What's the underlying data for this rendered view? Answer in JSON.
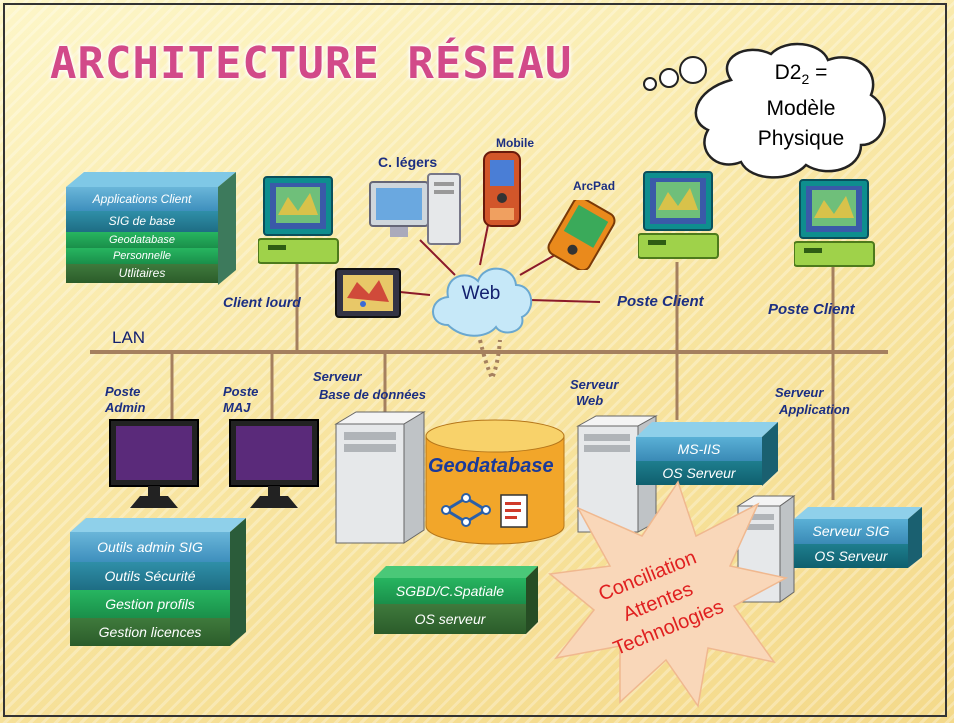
{
  "slide": {
    "title": "ARCHITECTURE RÉSEAU",
    "bubble": {
      "line1": "D2",
      "sub": "2",
      "line1_end": " =",
      "line2": "Modèle",
      "line3": "Physique"
    },
    "lan_label": "LAN",
    "labels": {
      "c_legers": "C. légers",
      "mobile": "Mobile",
      "arcpad": "ArcPad",
      "web": "Web",
      "client_lourd": "Client  lourd",
      "poste_client_1": "Poste Client",
      "poste_client_2": "Poste Client",
      "poste_admin_1": "Poste",
      "poste_admin_2": "Admin",
      "poste_maj_1": "Poste",
      "poste_maj_2": "MAJ",
      "serveur_bd_1": "Serveur",
      "serveur_bd_2": "Base de données",
      "serveur_web_1": "Serveur",
      "serveur_web_2": "Web",
      "serveur_app_1": "Serveur",
      "serveur_app_2": "Application"
    },
    "client_stack": [
      "Applications Client",
      "SIG de base",
      "Geodatabase",
      "Personnelle",
      "Utlitaires"
    ],
    "admin_stack": [
      "Outils admin SIG",
      "Outils Sécurité",
      "Gestion profils",
      "Gestion licences"
    ],
    "web_server_stack": [
      "MS-IIS",
      "OS Serveur"
    ],
    "app_server_stack": [
      "Serveur SIG",
      "OS Serveur"
    ],
    "db_stack": [
      "SGBD/C.Spatiale",
      "OS serveur"
    ],
    "geodatabase_label": "Geodatabase",
    "starburst": [
      "Conciliation",
      "Attentes",
      "Technologies"
    ]
  },
  "colors": {
    "title": "#d24a89",
    "label": "#1c2f82",
    "lan_line": "#a07a5a",
    "teal": "#2a8aa0",
    "green": "#1f9a4a",
    "starburst_text": "#e02020"
  }
}
